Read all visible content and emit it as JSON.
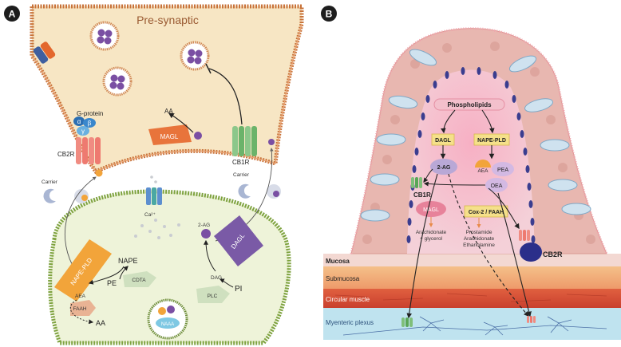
{
  "panels": {
    "a": {
      "badge": "A",
      "presynaptic": "Pre-synaptic",
      "g_protein": "G-protein",
      "alpha": "α",
      "beta": "β",
      "gamma": "γ",
      "cb2r": "CB2R",
      "cb1r": "CB1R",
      "aa_top": "AA",
      "magl": "MAGL",
      "carrier_left": "Carrier",
      "carrier_right": "Carrier",
      "ca": "Ca²⁺",
      "two_ag": "2-AG",
      "dagl": "DAGL",
      "dag": "DAG",
      "pi": "PI",
      "plc": "PLC",
      "nape_pld": "NAPE-PLD",
      "nape": "NAPE",
      "pe": "PE",
      "cdta": "CDTA",
      "aea": "AEA",
      "faah": "FAAH",
      "aa_bottom": "AA",
      "naaa": "NAAA"
    },
    "b": {
      "badge": "B",
      "phospholipids": "Phospholipids",
      "dagl": "DAGL",
      "nape_pld": "NAPE-PLD",
      "two_ag": "2-AG",
      "aea": "AEA",
      "pea": "PEA",
      "oea": "OEA",
      "cb1r": "CB1R",
      "magl": "MAGL",
      "arachidonate_line1": "Arachidonate",
      "arachidonate_line2": "+ glycerol",
      "cox2_faah": "Cox-2 / FAAH",
      "products_line1": "Prostamide",
      "products_line2": "Arachidonate",
      "products_line3": "Ethanolamine",
      "cb2r": "CB2R",
      "layers": [
        "Mucosa",
        "Submucosa",
        "Circular muscle",
        "Myenteric plexus"
      ]
    }
  },
  "colors": {
    "presyn_fill": "#f7e6c4",
    "presyn_membrane": "#c8733a",
    "postsyn_fill": "#eef3d9",
    "postsyn_membrane": "#7ea23f",
    "magl": "#e8743b",
    "nape_pld": "#f2a43a",
    "dagl": "#7a5aa6",
    "faah": "#e9b394",
    "plc_cdta": "#cfe0bf",
    "mucosa": "#e8b7b0",
    "submucosa": "#f0aa7a",
    "circular_muscle": "#d9533a",
    "myenteric": "#bfe3ef",
    "label_box": "#f5e08a"
  }
}
